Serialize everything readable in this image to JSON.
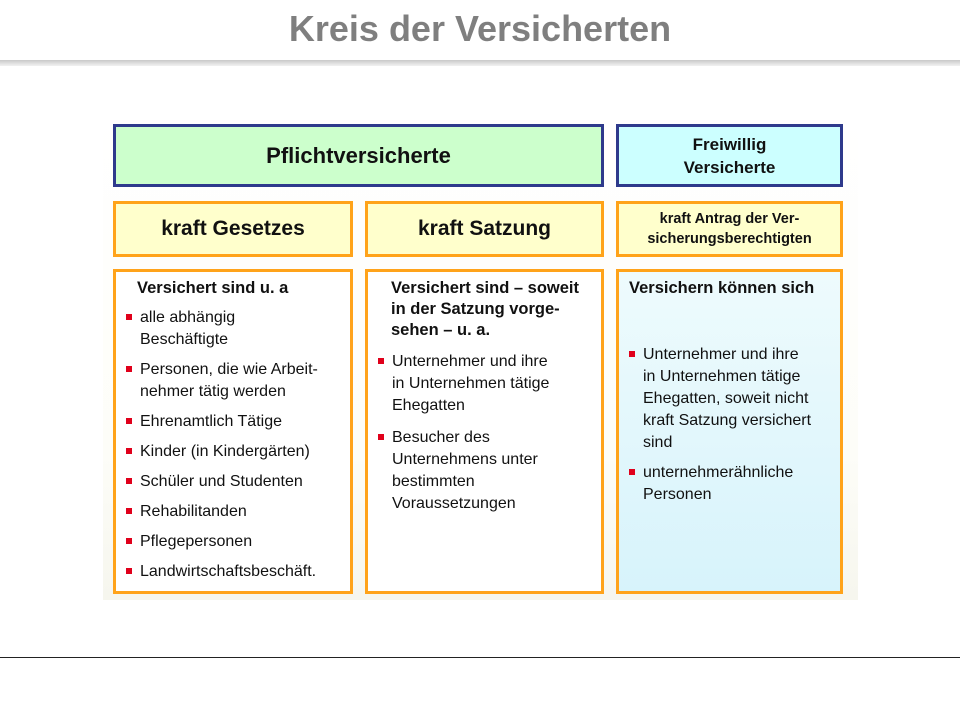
{
  "title": "Kreis der Versicherten",
  "colors": {
    "title": "#7f7f7f",
    "header_fill_left": "#ccffcc",
    "header_fill_right": "#ccffff",
    "header_border": "#2e3a8c",
    "sub_fill": "#ffffcc",
    "orange_border": "#ffa31a",
    "bullet": "#e0001b"
  },
  "header": {
    "left": "Pflichtversicherte",
    "right": "Freiwillig\nVersicherte"
  },
  "subheaders": {
    "gesetz": "kraft Gesetzes",
    "satzung": "kraft Satzung",
    "antrag": "kraft Antrag der Ver-\nsicherungsberechtigten"
  },
  "columns": {
    "gesetz": {
      "heading": "Versichert sind u. a",
      "items": [
        "alle abhängig\nBeschäftigte",
        "Personen, die wie Arbeit-\nnehmer tätig werden",
        "Ehrenamtlich Tätige",
        "Kinder (in Kindergärten)",
        "Schüler und Studenten",
        "Rehabilitanden",
        "Pflegepersonen",
        "Landwirtschaftsbeschäft."
      ]
    },
    "satzung": {
      "heading": "Versichert sind – soweit\nin der Satzung vorge-\nsehen – u. a.",
      "items": [
        "Unternehmer und ihre\nin Unternehmen tätige\nEhegatten",
        "Besucher des\nUnternehmens unter\nbestimmten\nVoraussetzungen"
      ]
    },
    "antrag": {
      "heading": "Versichern können sich",
      "items": [
        "Unternehmer und ihre\nin Unternehmen tätige\nEhegatten, soweit nicht\nkraft Satzung versichert\nsind",
        "unternehmerähnliche\nPersonen"
      ]
    }
  }
}
